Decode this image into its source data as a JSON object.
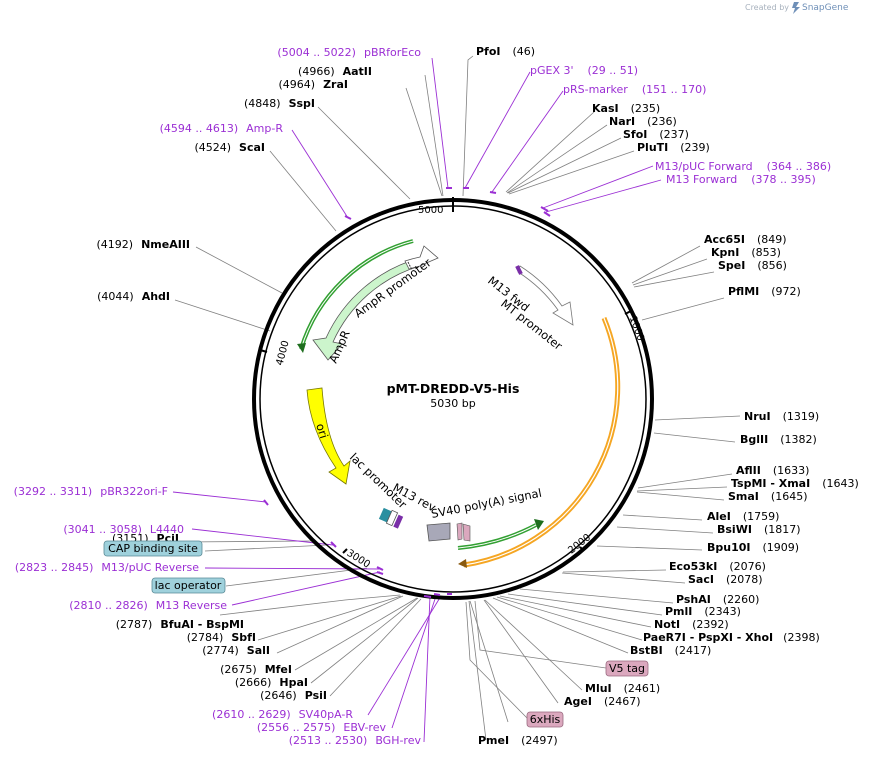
{
  "credit": {
    "created_by": "Created by",
    "brand": "SnapGene"
  },
  "plasmid": {
    "name": "pMT-DREDD-V5-His",
    "length_label": "5030 bp"
  },
  "ticks": [
    "5000",
    "1000",
    "2000",
    "3000",
    "4000"
  ],
  "features": {
    "m13_fwd": "M13 fwd",
    "mt_promoter": "MT promoter",
    "ampr_promoter": "AmpR promoter",
    "ampr": "AmpR",
    "ori": "ori",
    "lac_promoter": "lac promoter",
    "m13_rev": "M13 rev",
    "sv40": "SV40 poly(A) signal"
  },
  "right_sites": [
    {
      "name": "PfoI",
      "pos": "(46)"
    },
    {
      "name": "KasI",
      "pos": "(235)"
    },
    {
      "name": "NarI",
      "pos": "(236)"
    },
    {
      "name": "SfoI",
      "pos": "(237)"
    },
    {
      "name": "PluTI",
      "pos": "(239)"
    },
    {
      "name": "Acc65I",
      "pos": "(849)"
    },
    {
      "name": "KpnI",
      "pos": "(853)"
    },
    {
      "name": "SpeI",
      "pos": "(856)"
    },
    {
      "name": "PflMI",
      "pos": "(972)"
    },
    {
      "name": "NruI",
      "pos": "(1319)"
    },
    {
      "name": "BglII",
      "pos": "(1382)"
    },
    {
      "name": "AflII",
      "pos": "(1633)"
    },
    {
      "name": "TspMI - XmaI",
      "pos": "(1643)"
    },
    {
      "name": "SmaI",
      "pos": "(1645)"
    },
    {
      "name": "AleI",
      "pos": "(1759)"
    },
    {
      "name": "BsiWI",
      "pos": "(1817)"
    },
    {
      "name": "Bpu10I",
      "pos": "(1909)"
    },
    {
      "name": "Eco53kI",
      "pos": "(2076)"
    },
    {
      "name": "SacI",
      "pos": "(2078)"
    },
    {
      "name": "PshAI",
      "pos": "(2260)"
    },
    {
      "name": "PmlI",
      "pos": "(2343)"
    },
    {
      "name": "NotI",
      "pos": "(2392)"
    },
    {
      "name": "PaeR7I - PspXI - XhoI",
      "pos": "(2398)"
    },
    {
      "name": "BstBI",
      "pos": "(2417)"
    },
    {
      "name": "MluI",
      "pos": "(2461)"
    },
    {
      "name": "AgeI",
      "pos": "(2467)"
    },
    {
      "name": "PmeI",
      "pos": "(2497)"
    }
  ],
  "left_sites": [
    {
      "name": "AatII",
      "pos": "(4966)"
    },
    {
      "name": "ZraI",
      "pos": "(4964)"
    },
    {
      "name": "SspI",
      "pos": "(4848)"
    },
    {
      "name": "ScaI",
      "pos": "(4524)"
    },
    {
      "name": "NmeAIII",
      "pos": "(4192)"
    },
    {
      "name": "AhdI",
      "pos": "(4044)"
    },
    {
      "name": "PciI",
      "pos": "(3151)"
    },
    {
      "name": "BfuAI - BspMI",
      "pos": "(2787)"
    },
    {
      "name": "SbfI",
      "pos": "(2784)"
    },
    {
      "name": "SalI",
      "pos": "(2774)"
    },
    {
      "name": "MfeI",
      "pos": "(2675)"
    },
    {
      "name": "HpaI",
      "pos": "(2666)"
    },
    {
      "name": "PsiI",
      "pos": "(2646)"
    }
  ],
  "primers": [
    {
      "range": "(5004 .. 5022)",
      "name": "pBRforEco"
    },
    {
      "name": "pGEX 3'",
      "range": "(29 .. 51)"
    },
    {
      "name": "pRS-marker",
      "range": "(151 .. 170)"
    },
    {
      "name": "M13/pUC Forward",
      "range": "(364 .. 386)"
    },
    {
      "name": "M13 Forward",
      "range": "(378 .. 395)"
    },
    {
      "range": "(4594 .. 4613)",
      "name": "Amp-R"
    },
    {
      "range": "(3292 .. 3311)",
      "name": "pBR322ori-F"
    },
    {
      "range": "(3041 .. 3058)",
      "name": "L4440"
    },
    {
      "range": "(2823 .. 2845)",
      "name": "M13/pUC Reverse"
    },
    {
      "range": "(2810 .. 2826)",
      "name": "M13 Reverse"
    },
    {
      "range": "(2610 .. 2629)",
      "name": "SV40pA-R"
    },
    {
      "range": "(2556 .. 2575)",
      "name": "EBV-rev"
    },
    {
      "range": "(2513 .. 2530)",
      "name": "BGH-rev"
    }
  ],
  "boxes": {
    "cap": "CAP binding site",
    "lac_operator": "lac operator",
    "v5": "V5 tag",
    "his": "6xHis"
  },
  "colors": {
    "backbone": "#000000",
    "primer": "#9b2fd4",
    "leader_line": "#808080",
    "ampr_fill": "#ccf5cc",
    "ori_fill": "#ffff00",
    "sv40_fill": "#a8a8b8",
    "orf_arc": "#f5a623",
    "orf_green": "#32a032",
    "cap_box": "#9fd1dc",
    "tag_box": "#dba8be"
  },
  "icons": {
    "brand_logo": "snapgene-logo-icon"
  }
}
